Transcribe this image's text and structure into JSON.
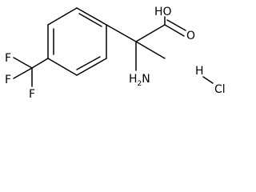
{
  "molecule": {
    "hydroxyl_label": "HO",
    "carbonyl_oxygen_label": "O",
    "amine_label": "H",
    "amine_subscript": "2",
    "amine_suffix": "N",
    "fluorine_labels": [
      "F",
      "F",
      "F"
    ],
    "hcl": {
      "hydrogen_label": "H",
      "chlorine_label": "Cl"
    }
  }
}
